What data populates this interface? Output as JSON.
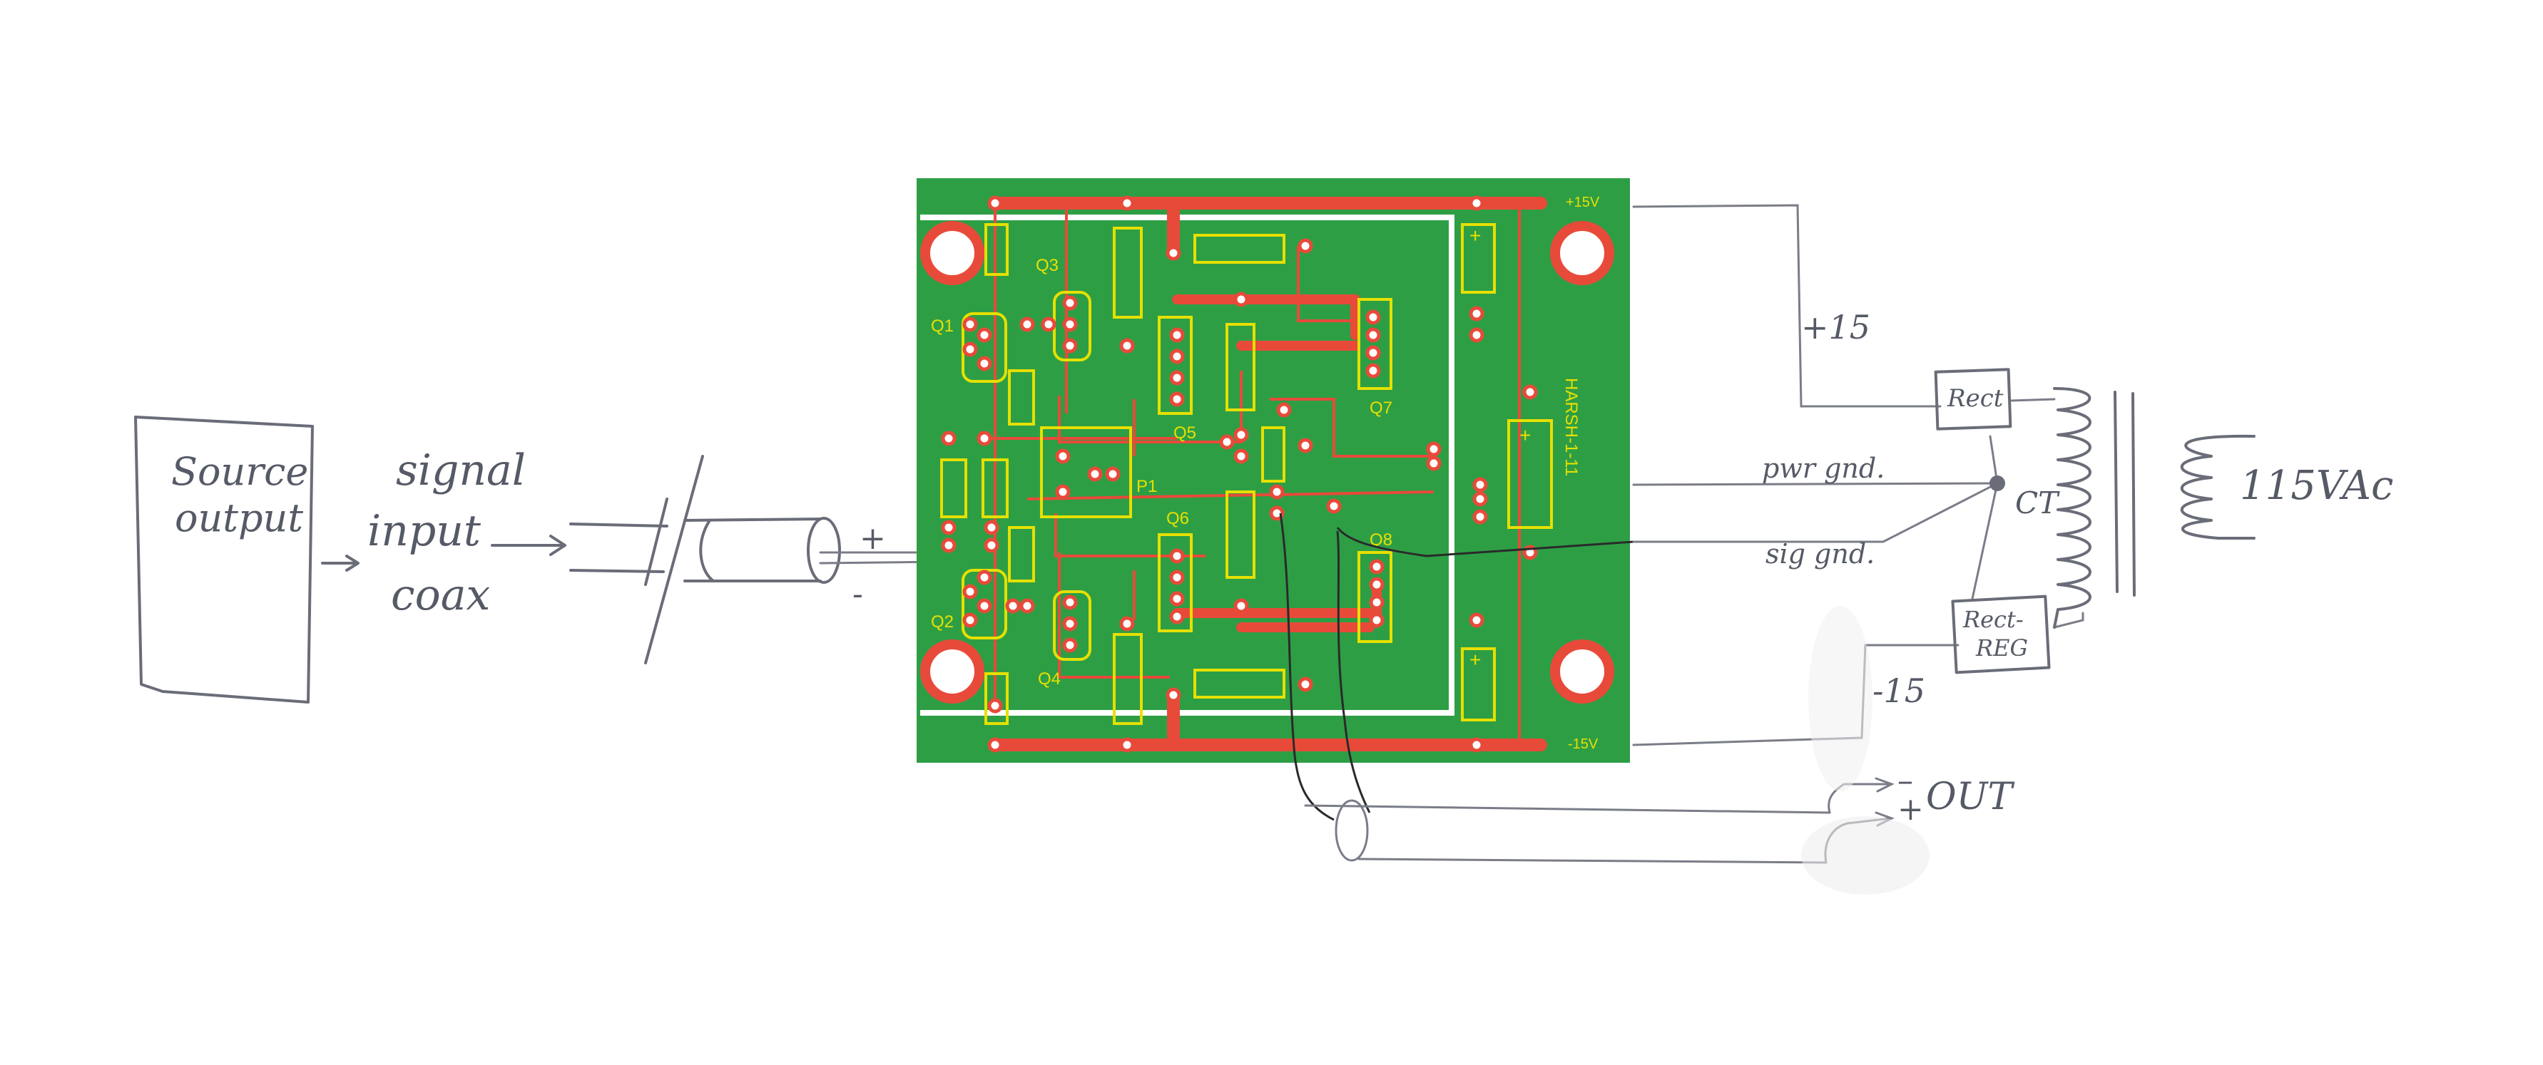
{
  "source_box": {
    "line1": "Source",
    "line2": "output"
  },
  "signal_label": {
    "line1": "signal",
    "line2": "input",
    "line3": "coax"
  },
  "input_polarity": {
    "plus": "+",
    "minus": "-"
  },
  "pcb": {
    "transistors": [
      "Q1",
      "Q2",
      "Q3",
      "Q4",
      "Q5",
      "Q6",
      "Q7",
      "Q8"
    ],
    "pot": "P1",
    "side_text": "HARSH-1-11",
    "plus15": "+15V",
    "minus15": "-15V",
    "cap_plus": "+"
  },
  "power": {
    "plus15": "+15",
    "minus15": "-15",
    "rect": "Rect",
    "rect_reg": {
      "line1": "Rect-",
      "line2": "REG"
    },
    "ct": "CT",
    "pwr_gnd": "pwr gnd.",
    "sig_gnd": "sig gnd.",
    "ac": "115VAc"
  },
  "output": {
    "minus": "–",
    "plus": "+",
    "label": "OUT"
  },
  "colors": {
    "pcb_green": "#2e9e45",
    "trace_red": "#e84a3a",
    "silk_yellow": "#e6e000",
    "pen": "#6a6d78"
  }
}
